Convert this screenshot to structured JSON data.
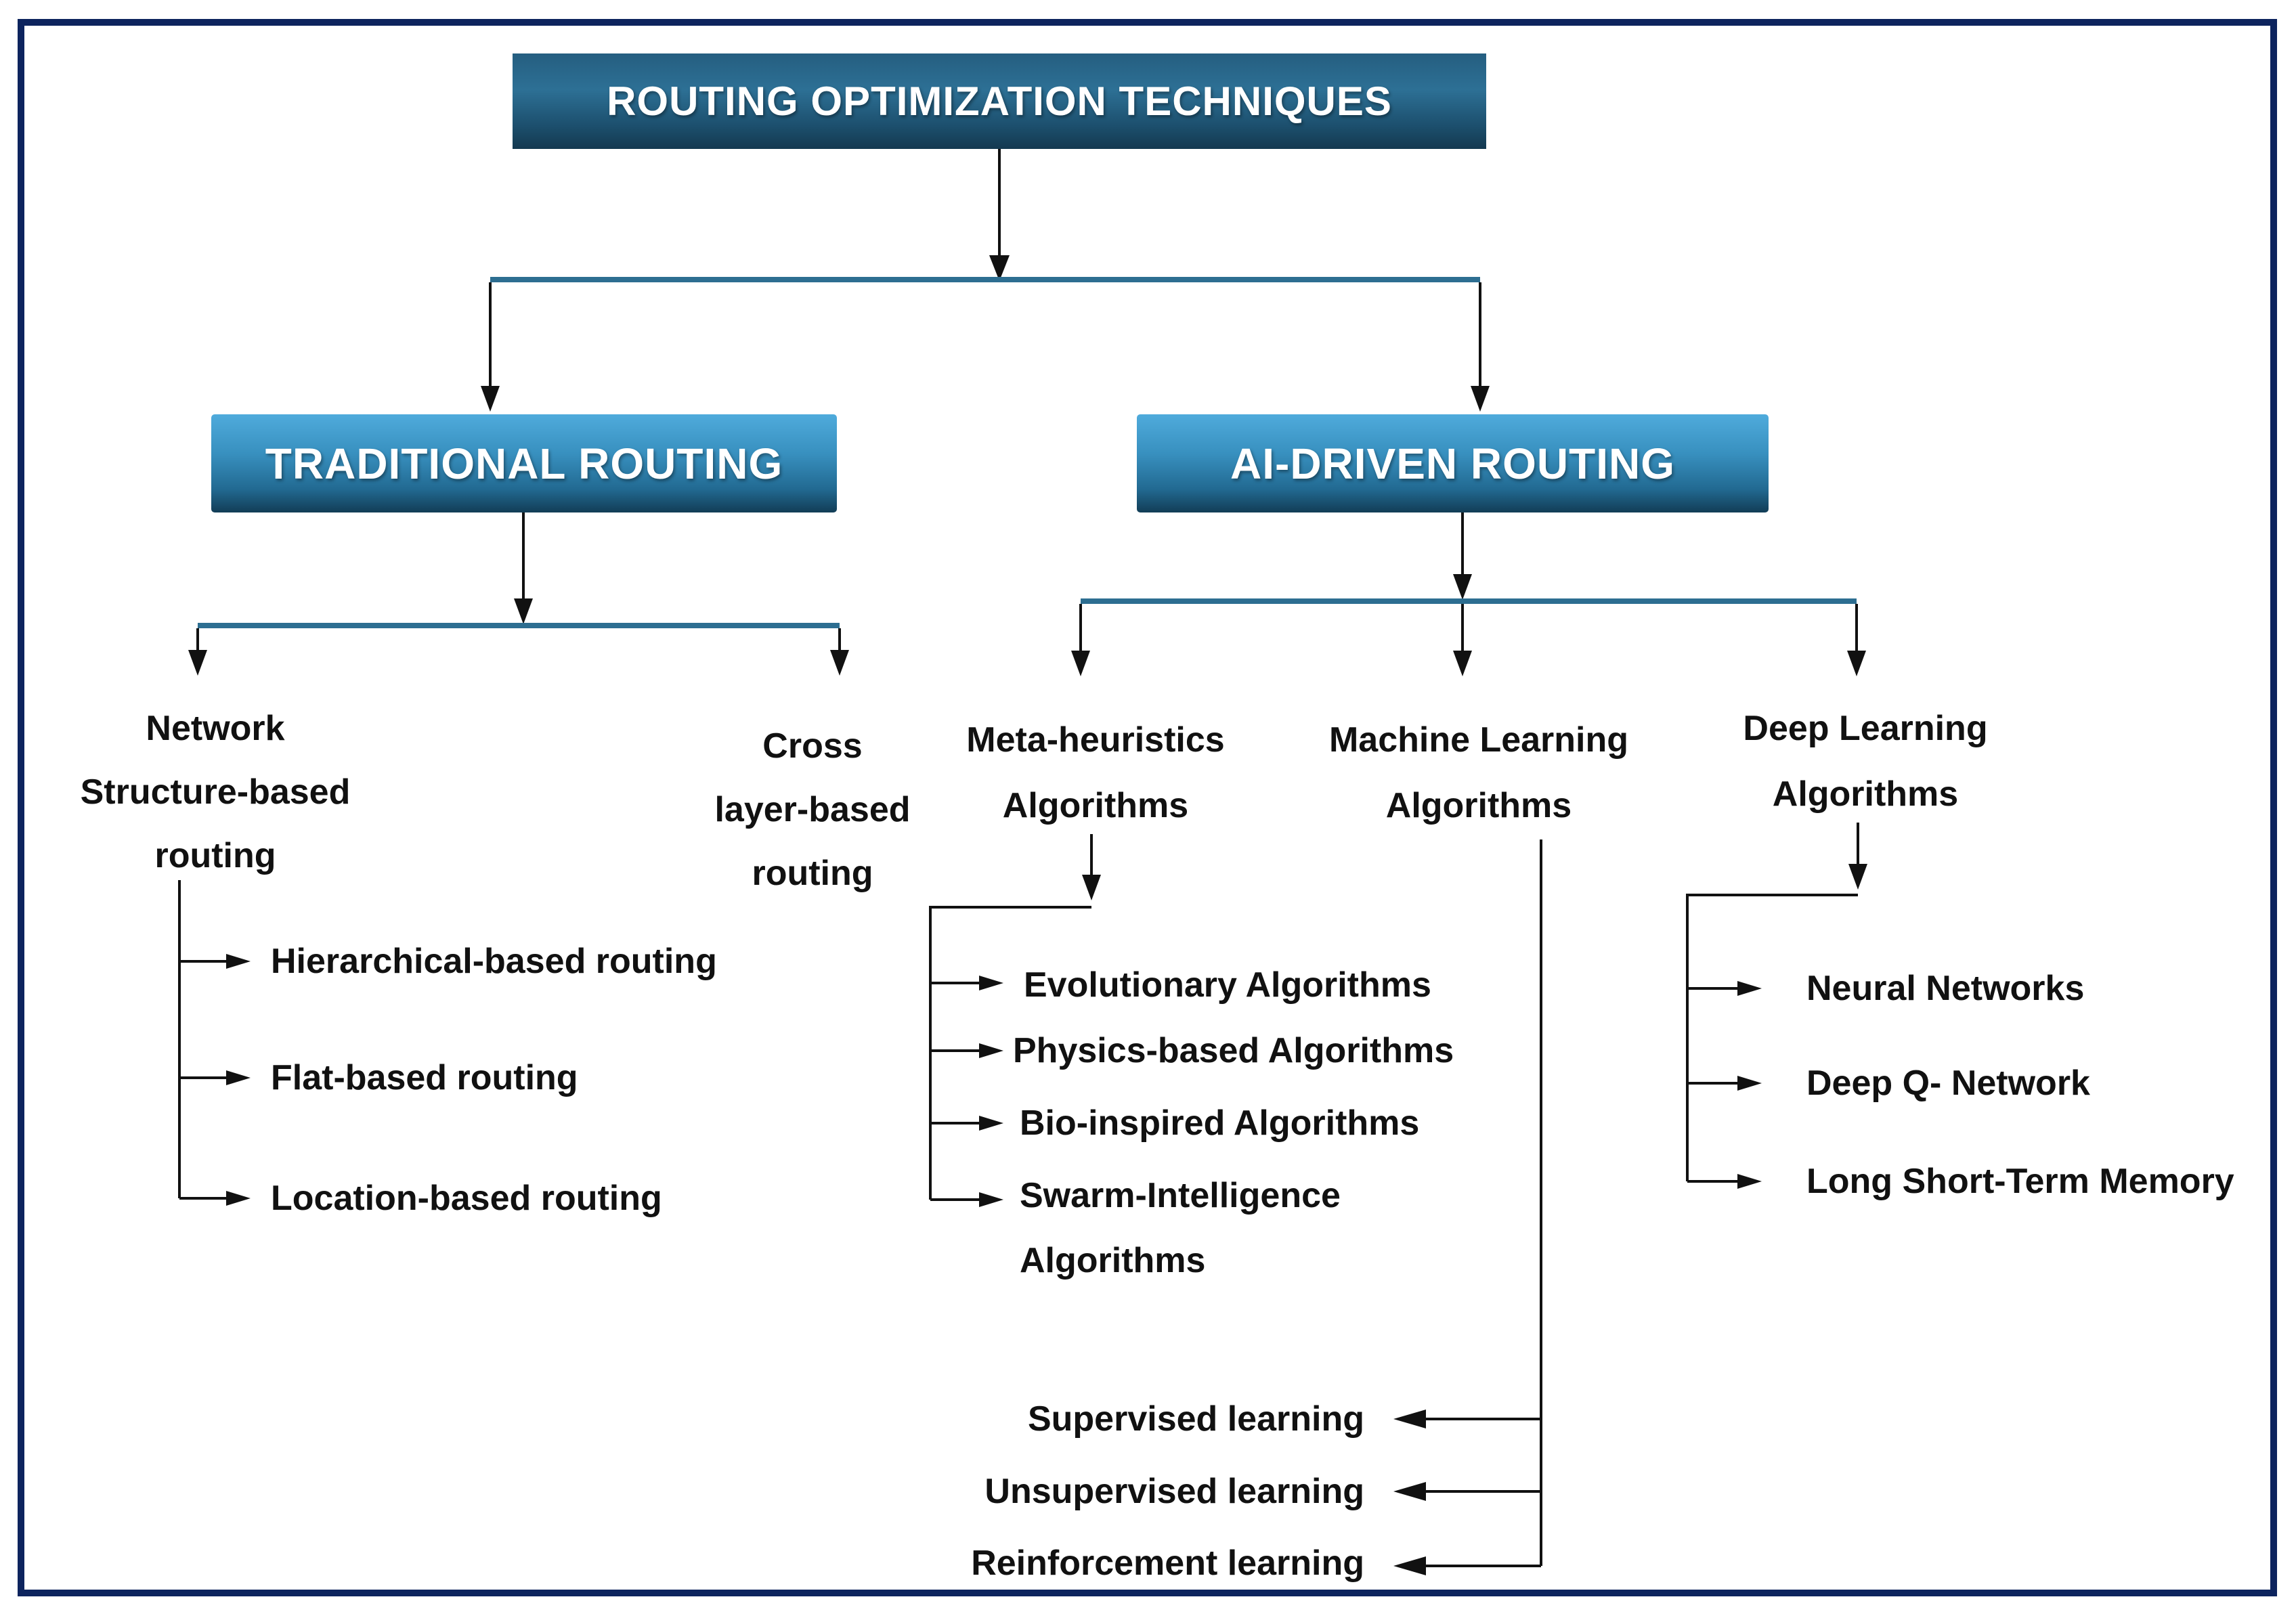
{
  "diagram": {
    "title": "ROUTING OPTIMIZATION TECHNIQUES",
    "colors": {
      "navy_border": "#0d245e",
      "connector_teal": "#2d6e91",
      "branch_box_top": "#4fabdc",
      "branch_box_bottom": "#123d56",
      "title_box_top": "#2d7095",
      "title_box_bottom": "#143950",
      "text_black": "#111111",
      "text_white": "#ffffff"
    },
    "branches": {
      "traditional": {
        "label": "TRADITIONAL ROUTING",
        "children": [
          {
            "lines": [
              "Network",
              "Structure-based",
              "routing"
            ],
            "items": [
              "Hierarchical-based routing",
              "Flat-based routing",
              "Location-based routing"
            ]
          },
          {
            "lines": [
              "Cross",
              "layer-based",
              "routing"
            ],
            "items": []
          }
        ]
      },
      "ai": {
        "label": "AI-DRIVEN ROUTING",
        "children": [
          {
            "lines": [
              "Meta-heuristics",
              "Algorithms"
            ],
            "items": [
              "Evolutionary Algorithms",
              "Physics-based Algorithms",
              "Bio-inspired Algorithms",
              "Swarm-Intelligence Algorithms"
            ]
          },
          {
            "lines": [
              "Machine Learning",
              "Algorithms"
            ],
            "items": [
              "Supervised learning",
              "Unsupervised learning",
              "Reinforcement learning"
            ]
          },
          {
            "lines": [
              "Deep Learning",
              "Algorithms"
            ],
            "items": [
              "Neural Networks",
              "Deep Q- Network",
              "Long Short-Term Memory"
            ]
          }
        ]
      }
    }
  }
}
